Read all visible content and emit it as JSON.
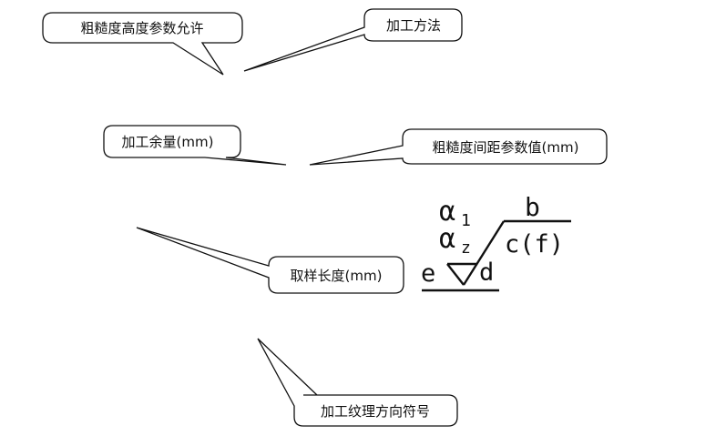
{
  "callouts": [
    {
      "id": "roughness-height-allowance",
      "label": "粗糙度高度参数允许"
    },
    {
      "id": "machining-method",
      "label": "加工方法"
    },
    {
      "id": "machining-allowance",
      "label": "加工余量(mm)"
    },
    {
      "id": "roughness-spacing-value",
      "label": "粗糙度间距参数值(mm)"
    },
    {
      "id": "sampling-length",
      "label": "取样长度(mm)"
    },
    {
      "id": "lay-direction-symbol",
      "label": "加工纹理方向符号"
    }
  ],
  "symbol": {
    "a1": "α",
    "a1_sub": "1",
    "a2": "α",
    "a2_sub": "z",
    "b": "b",
    "cf": "c(f)",
    "d": "d",
    "e": "e"
  },
  "colors": {
    "stroke": "#111111",
    "fill": "#ffffff"
  }
}
